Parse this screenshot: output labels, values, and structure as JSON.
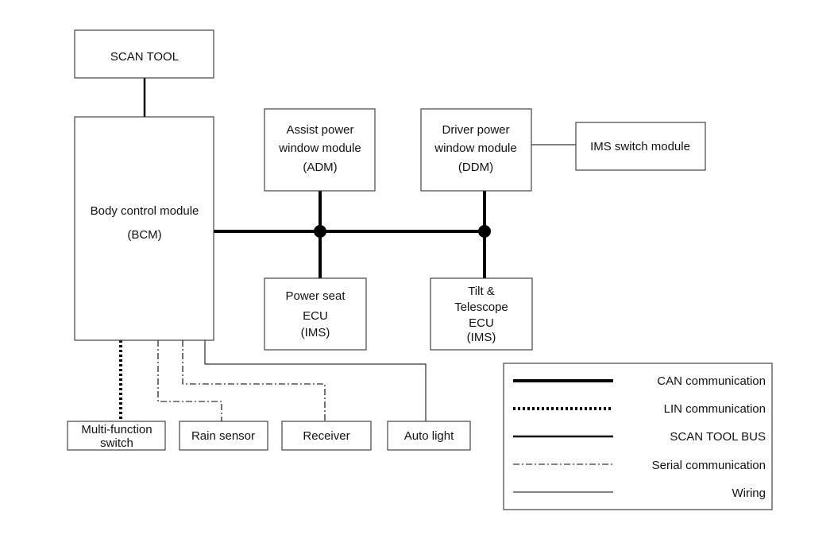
{
  "nodes": {
    "scan_tool": {
      "lines": [
        "SCAN TOOL"
      ]
    },
    "bcm": {
      "lines": [
        "Body control module",
        "(BCM)"
      ]
    },
    "adm": {
      "lines": [
        "Assist power",
        "window module",
        "(ADM)"
      ]
    },
    "ddm": {
      "lines": [
        "Driver power",
        "window module",
        "(DDM)"
      ]
    },
    "ims_switch": {
      "lines": [
        "IMS switch module"
      ]
    },
    "power_seat": {
      "lines": [
        "Power seat",
        "ECU",
        "(IMS)"
      ]
    },
    "tilt": {
      "lines": [
        "Tilt &",
        "Telescope",
        "ECU",
        "(IMS)"
      ]
    },
    "mfs": {
      "lines": [
        "Multi-function",
        "switch"
      ]
    },
    "rain": {
      "lines": [
        "Rain sensor"
      ]
    },
    "receiver": {
      "lines": [
        "Receiver"
      ]
    },
    "auto_light": {
      "lines": [
        "Auto light"
      ]
    }
  },
  "legend": [
    {
      "style": "can",
      "label": "CAN communication"
    },
    {
      "style": "lin",
      "label": "LIN communication"
    },
    {
      "style": "scanbus",
      "label": "SCAN TOOL BUS"
    },
    {
      "style": "serial",
      "label": "Serial communication"
    },
    {
      "style": "wiring",
      "label": "Wiring"
    }
  ],
  "connections": [
    {
      "from": "scan_tool",
      "to": "bcm",
      "style": "scanbus"
    },
    {
      "from": "bcm",
      "to": "adm",
      "style": "can"
    },
    {
      "from": "bcm",
      "to": "power_seat",
      "style": "can"
    },
    {
      "from": "bcm",
      "to": "ddm",
      "style": "can"
    },
    {
      "from": "bcm",
      "to": "tilt",
      "style": "can"
    },
    {
      "from": "ddm",
      "to": "ims_switch",
      "style": "wiring"
    },
    {
      "from": "bcm",
      "to": "mfs",
      "style": "lin"
    },
    {
      "from": "bcm",
      "to": "rain",
      "style": "serial"
    },
    {
      "from": "bcm",
      "to": "receiver",
      "style": "serial"
    },
    {
      "from": "bcm",
      "to": "auto_light",
      "style": "wiring"
    }
  ]
}
